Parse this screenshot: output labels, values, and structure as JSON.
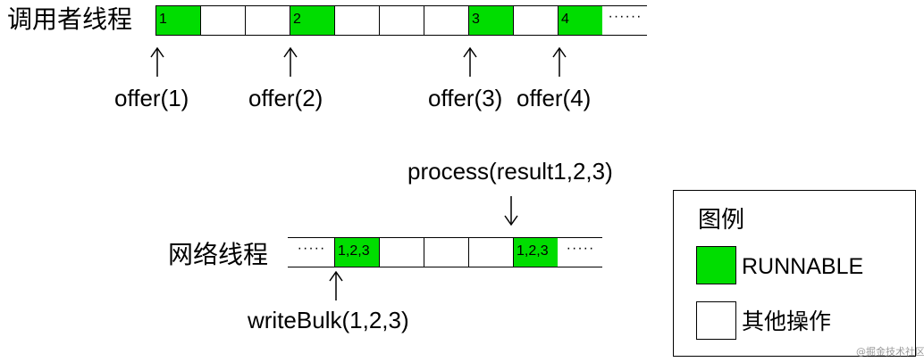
{
  "caller_thread": {
    "label": "调用者线程",
    "cells": [
      "1",
      "",
      "",
      "2",
      "",
      "",
      "",
      "3",
      "",
      "4",
      ""
    ],
    "trailing": "······",
    "offers": [
      "offer(1)",
      "offer(2)",
      "offer(3)",
      "offer(4)"
    ]
  },
  "network_thread": {
    "label": "网络线程",
    "leading": "·····",
    "cells": [
      "1,2,3",
      "",
      "",
      "",
      "1,2,3"
    ],
    "trailing": "·····",
    "process_call": "process(result1,2,3)",
    "write_call": "writeBulk(1,2,3)"
  },
  "legend": {
    "title": "图例",
    "runnable_label": "RUNNABLE",
    "other_label": "其他操作"
  },
  "watermark": "@掘金技术社区",
  "colors": {
    "runnable": "#00dd00",
    "other": "#ffffff"
  }
}
